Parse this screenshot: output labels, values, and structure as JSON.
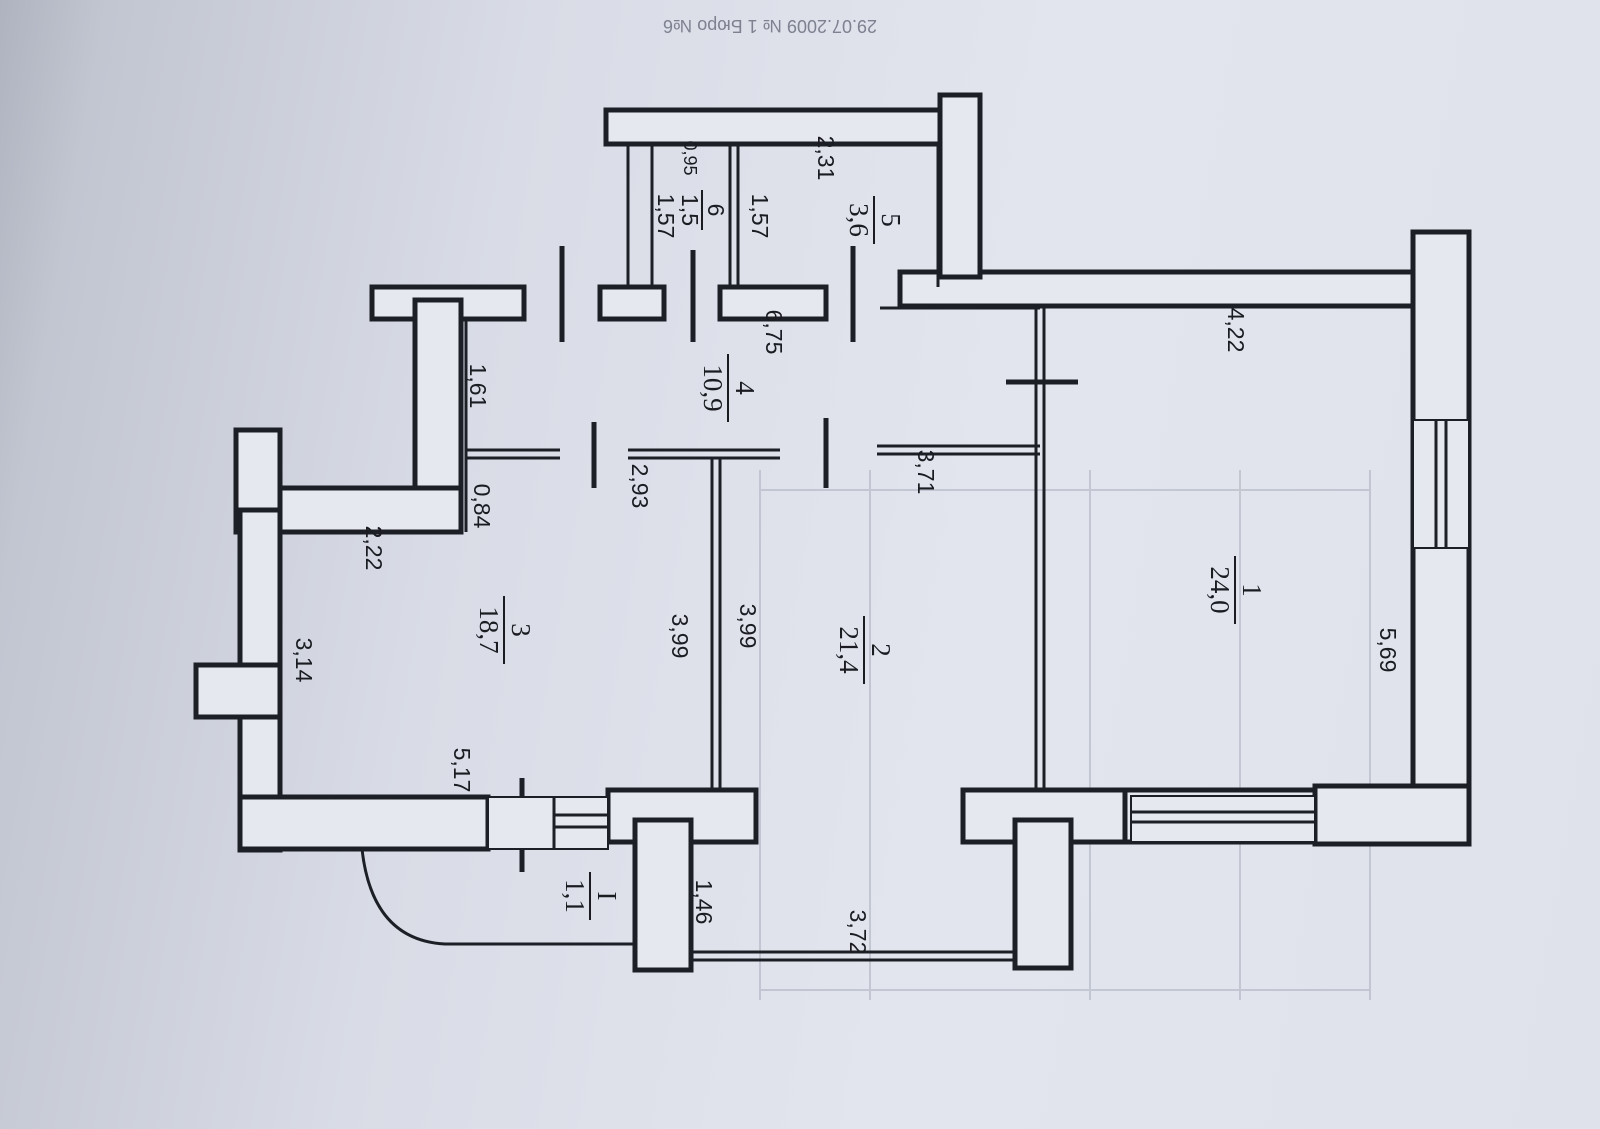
{
  "header_text": "29.07.2009 № 1 Бюро №6",
  "rooms": [
    {
      "number": "1",
      "area": "24,0"
    },
    {
      "number": "2",
      "area": "21,4"
    },
    {
      "number": "3",
      "area": "18,7"
    },
    {
      "number": "4",
      "area": "10,9"
    },
    {
      "number": "5",
      "area": "3,6"
    },
    {
      "number": "6",
      "area": "1,5"
    },
    {
      "number": "I",
      "area": "1,1"
    }
  ],
  "dimensions": {
    "d_4_22": "4,22",
    "d_5_69": "5,69",
    "d_3_71": "3,71",
    "d_3_99_a": "3,99",
    "d_3_99_b": "3,99",
    "d_6_75": "6,75",
    "d_2_93": "2,93",
    "d_1_61": "1,61",
    "d_0_84": "0,84",
    "d_2_22": "2,22",
    "d_3_14": "3,14",
    "d_5_17": "5,17",
    "d_1_46": "1,46",
    "d_3_72": "3,72",
    "d_2_31": "2,31",
    "d_1_57_a": "1,57",
    "d_1_57_b": "1,57",
    "d_0_95": "0,95"
  }
}
